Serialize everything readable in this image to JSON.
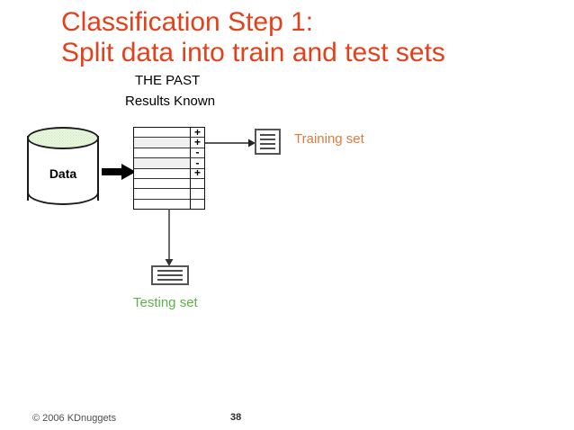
{
  "slide": {
    "title_lines": [
      "Classification Step 1:",
      "Split data into train and test sets"
    ],
    "title_color": "#E2411B",
    "labels": {
      "the_past": "THE PAST",
      "results_known": "Results Known",
      "data": "Data",
      "training_set": "Training set",
      "testing_set": "Testing set"
    },
    "colors": {
      "training_set": "#DE7A3C",
      "testing_set": "#5EB245",
      "cylinder_top_fill": "#eaf6e2",
      "outline": "#1a1a1a"
    },
    "data_table": {
      "row_count": 8,
      "marks": [
        "+",
        "+",
        "-",
        "-",
        "+",
        "",
        "",
        ""
      ]
    },
    "icons": {
      "arrow_data_to_table": "thick-right-arrow-icon",
      "arrow_table_to_training": "thin-right-arrow-icon",
      "arrow_table_to_testing": "thin-down-arrow-icon",
      "training_doc": "document-lines-icon",
      "testing_doc": "document-lines-icon",
      "data_store": "database-cylinder-icon"
    },
    "footer": {
      "copyright": "© 2006 KDnuggets",
      "page_number": "38"
    }
  }
}
